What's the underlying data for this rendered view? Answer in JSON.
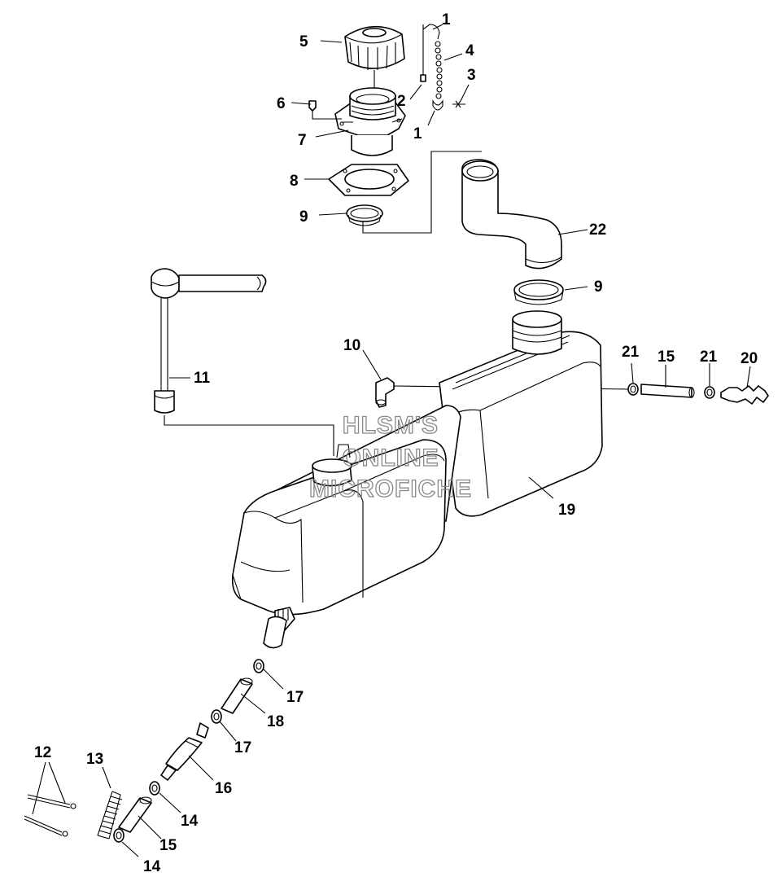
{
  "watermark": {
    "line1": "HLSM'S",
    "line2": "ONLINE",
    "line3": "MICROFICHE"
  },
  "callouts": {
    "c1_top": "1",
    "c1_bottom": "1",
    "c2": "2",
    "c3": "3",
    "c4": "4",
    "c5": "5",
    "c6": "6",
    "c7": "7",
    "c8": "8",
    "c9_top": "9",
    "c9_right": "9",
    "c10": "10",
    "c11": "11",
    "c12": "12",
    "c13": "13",
    "c14_mid": "14",
    "c14_bottom": "14",
    "c15_right": "15",
    "c15_bottom": "15",
    "c16": "16",
    "c17_top": "17",
    "c17_bottom": "17",
    "c18": "18",
    "c19": "19",
    "c20": "20",
    "c21_left": "21",
    "c21_right": "21",
    "c22": "22"
  },
  "colors": {
    "line": "#000000",
    "background": "#ffffff",
    "watermark": "#888888"
  }
}
